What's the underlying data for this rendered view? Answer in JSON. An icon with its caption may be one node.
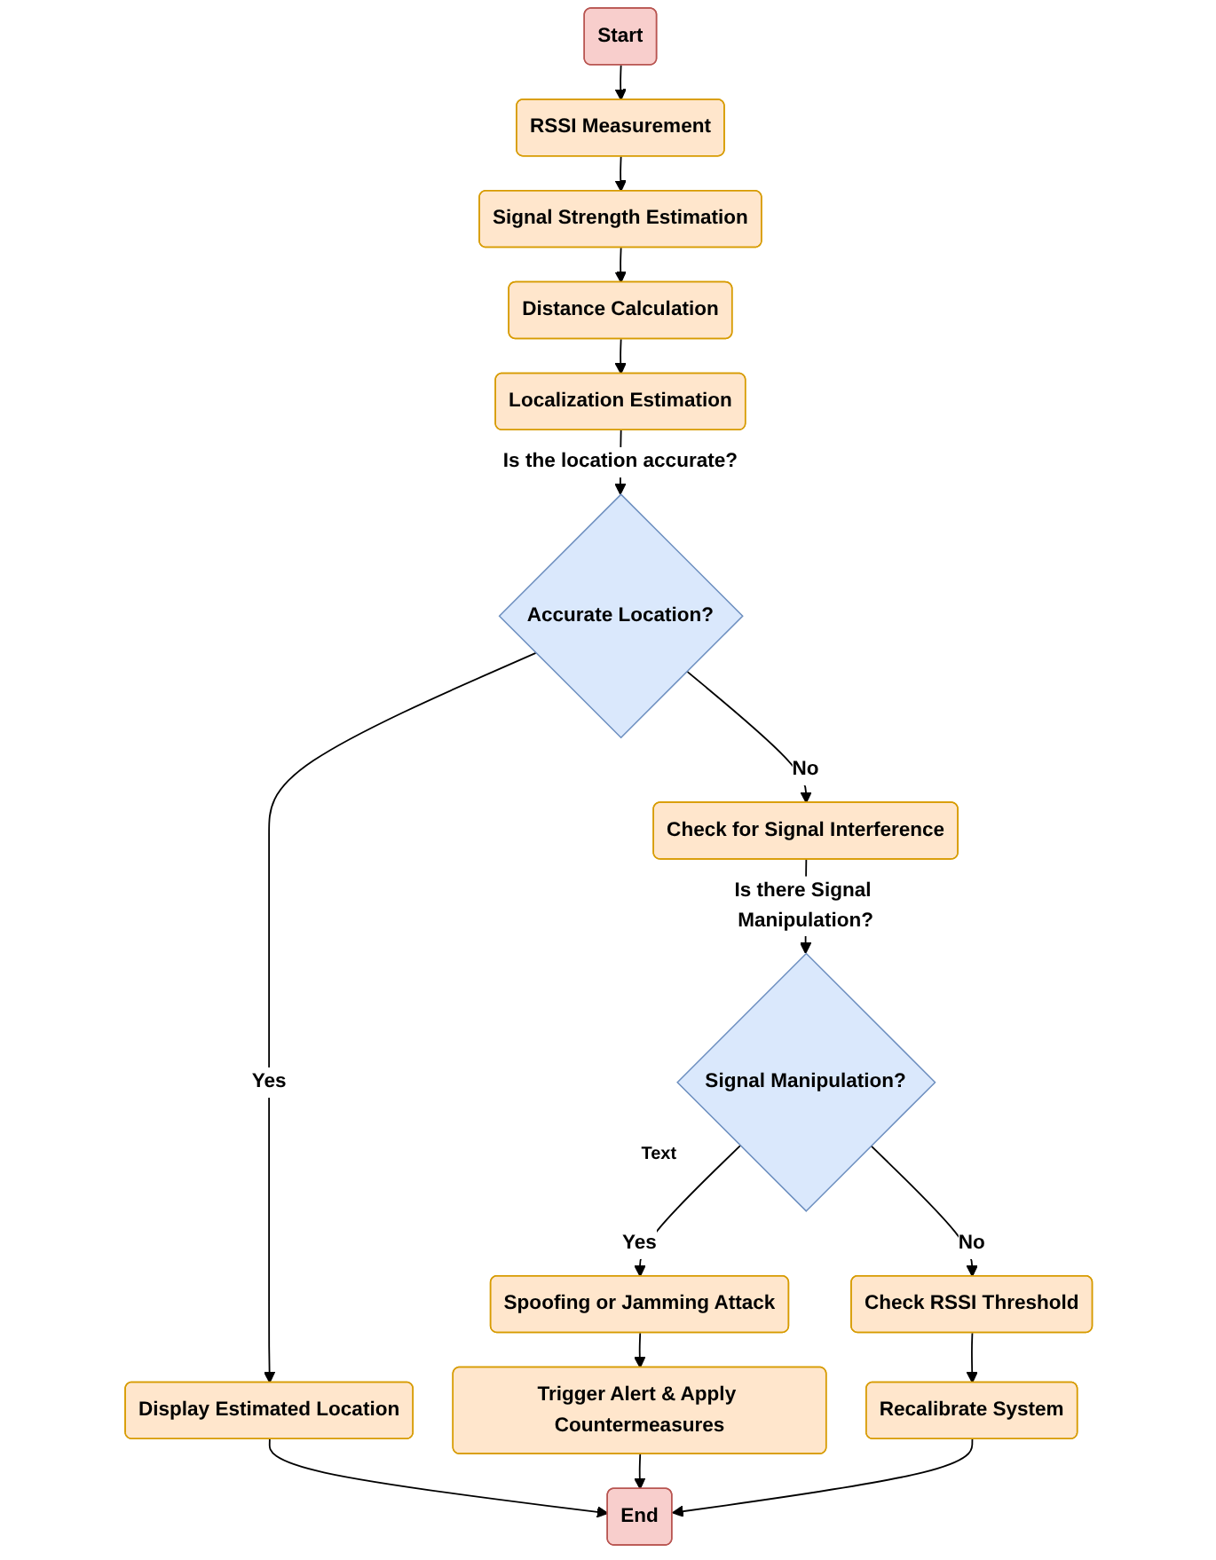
{
  "diagram": {
    "nodes": [
      {
        "text": [
          "Start"
        ]
      },
      {
        "text": [
          "RSSI Measurement"
        ]
      },
      {
        "text": [
          "Signal Strength Estimation"
        ]
      },
      {
        "text": [
          "Distance Calculation"
        ]
      },
      {
        "text": [
          "Localization Estimation"
        ]
      },
      {
        "text": [
          "Accurate Location?"
        ]
      },
      {
        "text": [
          "Check for Signal Interference"
        ]
      },
      {
        "text": [
          "Signal Manipulation?"
        ]
      },
      {
        "text": [
          "Spoofing or Jamming Attack"
        ]
      },
      {
        "text": [
          "Check RSSI Threshold"
        ]
      },
      {
        "text": [
          "Display Estimated Location"
        ]
      },
      {
        "text": [
          "Trigger Alert & Apply Countermeasures"
        ]
      },
      {
        "text": [
          "Recalibrate System"
        ]
      },
      {
        "text": [
          "End"
        ]
      }
    ],
    "edges": [
      {
        "from": 0,
        "to": 1,
        "arrow": "to"
      },
      {
        "from": 1,
        "to": 2,
        "arrow": "to"
      },
      {
        "from": 2,
        "to": 3,
        "arrow": "to"
      },
      {
        "from": 3,
        "to": 4,
        "arrow": "to"
      },
      {
        "from": 4,
        "to": 5,
        "arrow": "to",
        "label": "Is the location accurate?"
      },
      {
        "from": 5,
        "to": 10,
        "arrow": "to",
        "label": "Yes"
      },
      {
        "from": 5,
        "to": 6,
        "arrow": "to",
        "label": "No"
      },
      {
        "from": 6,
        "to": 7,
        "arrow": "to",
        "label": "Is there Signal Manipulation?"
      },
      {
        "from": 7,
        "to": 8,
        "arrow": "to",
        "label": "Yes"
      },
      {
        "from": 7,
        "to": 9,
        "arrow": "to",
        "label": "No"
      },
      {
        "from": 8,
        "to": 11,
        "arrow": "to"
      },
      {
        "from": 9,
        "to": 12,
        "arrow": "to"
      },
      {
        "from": 10,
        "to": 13,
        "arrow": "to"
      },
      {
        "from": 11,
        "to": 13,
        "arrow": "to"
      },
      {
        "from": 12,
        "to": 13,
        "arrow": "to"
      }
    ],
    "labels": [
      "Text"
    ]
  }
}
